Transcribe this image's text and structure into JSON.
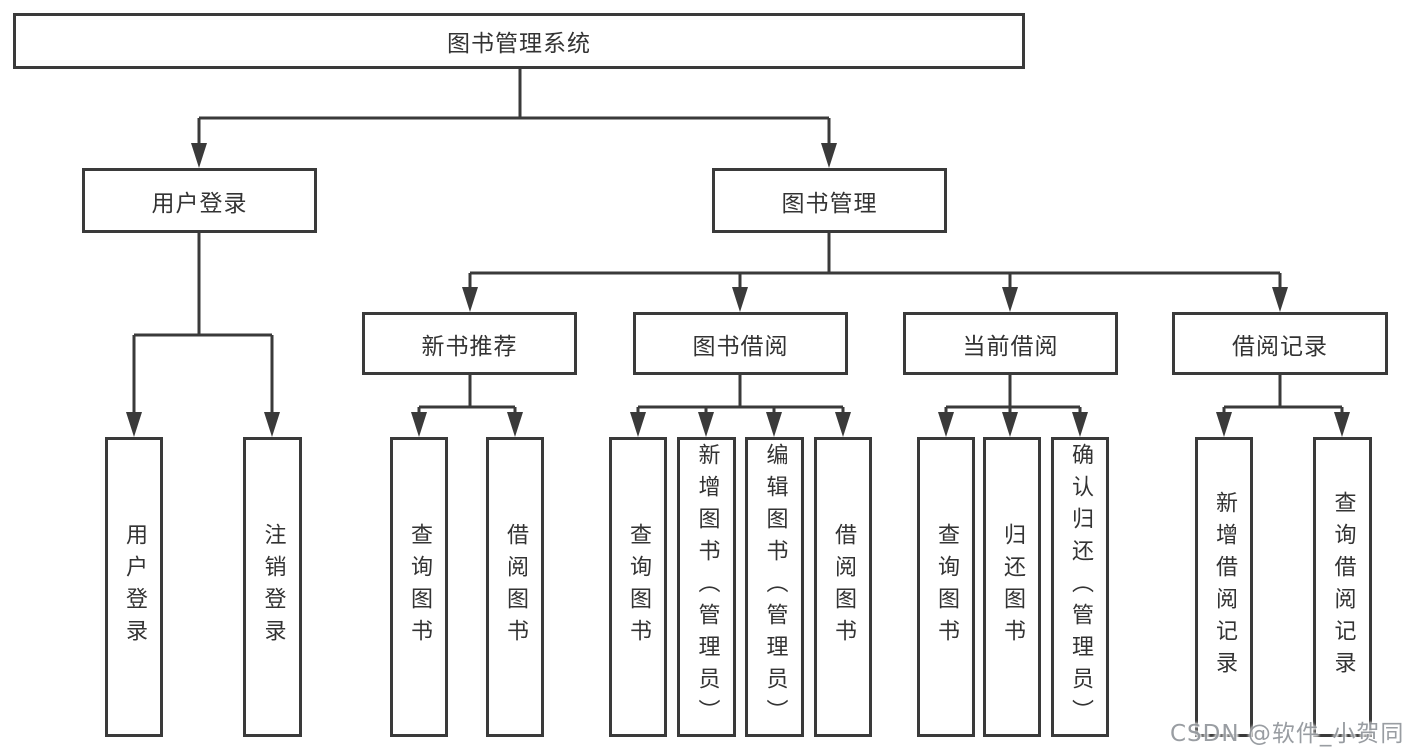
{
  "diagram": {
    "root": {
      "label": "图书管理系统"
    },
    "level2": [
      {
        "label": "用户登录",
        "children": [
          {
            "label": "用户登录"
          },
          {
            "label": "注销登录"
          }
        ]
      },
      {
        "label": "图书管理",
        "children": [
          {
            "label": "新书推荐",
            "children": [
              {
                "label": "查询图书"
              },
              {
                "label": "借阅图书"
              }
            ]
          },
          {
            "label": "图书借阅",
            "children": [
              {
                "label": "查询图书"
              },
              {
                "label": "新增图书（管理员）"
              },
              {
                "label": "编辑图书（管理员）"
              },
              {
                "label": "借阅图书"
              }
            ]
          },
          {
            "label": "当前借阅",
            "children": [
              {
                "label": "查询图书"
              },
              {
                "label": "归还图书"
              },
              {
                "label": "确认归还（管理员）"
              }
            ]
          },
          {
            "label": "借阅记录",
            "children": [
              {
                "label": "新增借阅记录"
              },
              {
                "label": "查询借阅记录"
              }
            ]
          }
        ]
      }
    ],
    "watermark": {
      "text": "CSDN @软件_小贺同学"
    },
    "colors": {
      "line": "#3a3a3a",
      "text": "#333333",
      "watermark": "#878c92",
      "background": "#ffffff"
    }
  }
}
